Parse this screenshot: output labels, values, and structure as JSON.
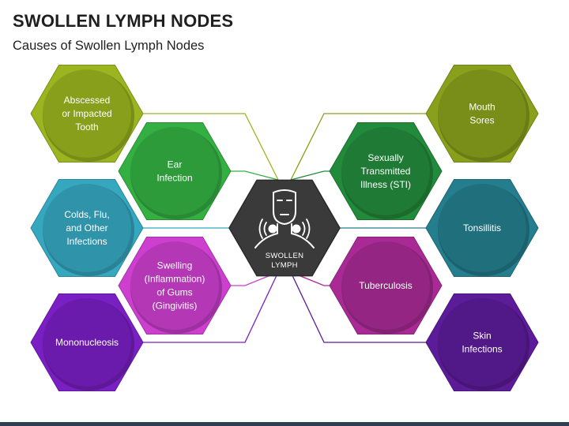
{
  "title": "SWOLLEN LYMPH NODES",
  "subtitle": "Causes of Swollen Lymph Nodes",
  "center": {
    "icon": "swollen-neck-icon",
    "label_lines": [
      "SWOLLEN",
      "LYMPH"
    ],
    "color": "#3a3a3a"
  },
  "nodes": [
    {
      "id": "abscessed-tooth",
      "lines": [
        "Abscessed",
        "or Impacted",
        "Tooth"
      ],
      "color": "#9ab51f"
    },
    {
      "id": "ear-infection",
      "lines": [
        "Ear",
        "Infection"
      ],
      "color": "#34b043"
    },
    {
      "id": "colds-flu",
      "lines": [
        "Colds, Flu,",
        "and Other",
        "Infections"
      ],
      "color": "#35a8c0"
    },
    {
      "id": "gingivitis",
      "lines": [
        "Swelling",
        "(Inflammation)",
        "of Gums",
        "(Gingivitis)"
      ],
      "color": "#cc3fcf"
    },
    {
      "id": "mononucleosis",
      "lines": [
        "Mononucleosis"
      ],
      "color": "#7a1fc4"
    },
    {
      "id": "mouth-sores",
      "lines": [
        "Mouth",
        "Sores"
      ],
      "color": "#89a01c"
    },
    {
      "id": "sti",
      "lines": [
        "Sexually",
        "Transmitted",
        "Illness (STI)"
      ],
      "color": "#228b3b"
    },
    {
      "id": "tonsillitis",
      "lines": [
        "Tonsillitis"
      ],
      "color": "#247e8e"
    },
    {
      "id": "tuberculosis",
      "lines": [
        "Tuberculosis"
      ],
      "color": "#a92a95"
    },
    {
      "id": "skin-infections",
      "lines": [
        "Skin",
        "Infections"
      ],
      "color": "#5c1b99"
    }
  ],
  "colors": {
    "olive": "#9ab51f",
    "green": "#34b043",
    "teal": "#35a8c0",
    "magenta": "#cc3fcf",
    "purple": "#7a1fc4",
    "dark_olive": "#89a01c",
    "dark_green": "#228b3b",
    "dark_teal": "#247e8e",
    "dark_magenta": "#a92a95",
    "dark_purple": "#5c1b99",
    "footer": "#2e3f4f"
  }
}
